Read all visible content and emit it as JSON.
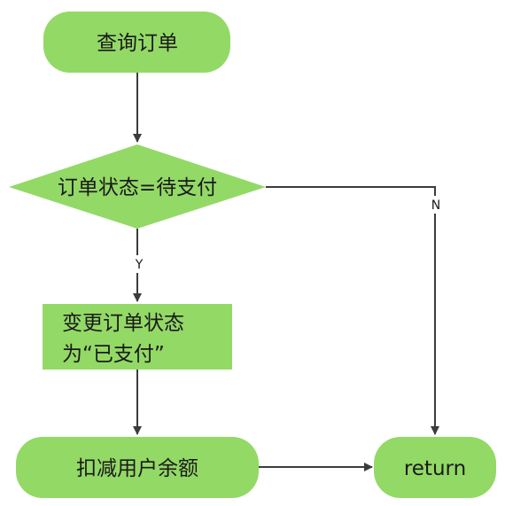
{
  "colors": {
    "node_fill": "#93d966",
    "edge": "#3c3c3c",
    "text": "#1a1a1a"
  },
  "nodes": {
    "query_order": "查询订单",
    "check_status": "订单状态=待支付",
    "update_status_line1": "变更订单状态",
    "update_status_line2": "为“已支付”",
    "deduct_balance": "扣减用户余额",
    "return": "return"
  },
  "edge_labels": {
    "yes": "Y",
    "no": "N"
  }
}
